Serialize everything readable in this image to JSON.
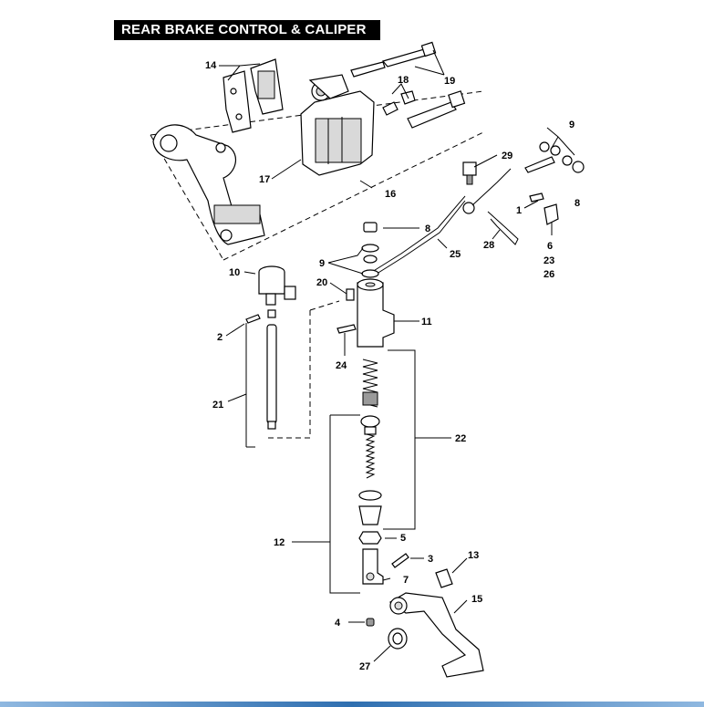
{
  "title": "REAR BRAKE CONTROL & CALIPER",
  "labels": {
    "l1": "1",
    "l2": "2",
    "l3": "3",
    "l4": "4",
    "l5": "5",
    "l6": "6",
    "l7": "7",
    "l8a": "8",
    "l8b": "8",
    "l9a": "9",
    "l9b": "9",
    "l10": "10",
    "l11": "11",
    "l12": "12",
    "l13": "13",
    "l14": "14",
    "l15": "15",
    "l16": "16",
    "l17": "17",
    "l18": "18",
    "l19": "19",
    "l20": "20",
    "l21": "21",
    "l22": "22",
    "l23": "23",
    "l24": "24",
    "l25": "25",
    "l26": "26",
    "l27": "27",
    "l28": "28",
    "l29": "29"
  }
}
